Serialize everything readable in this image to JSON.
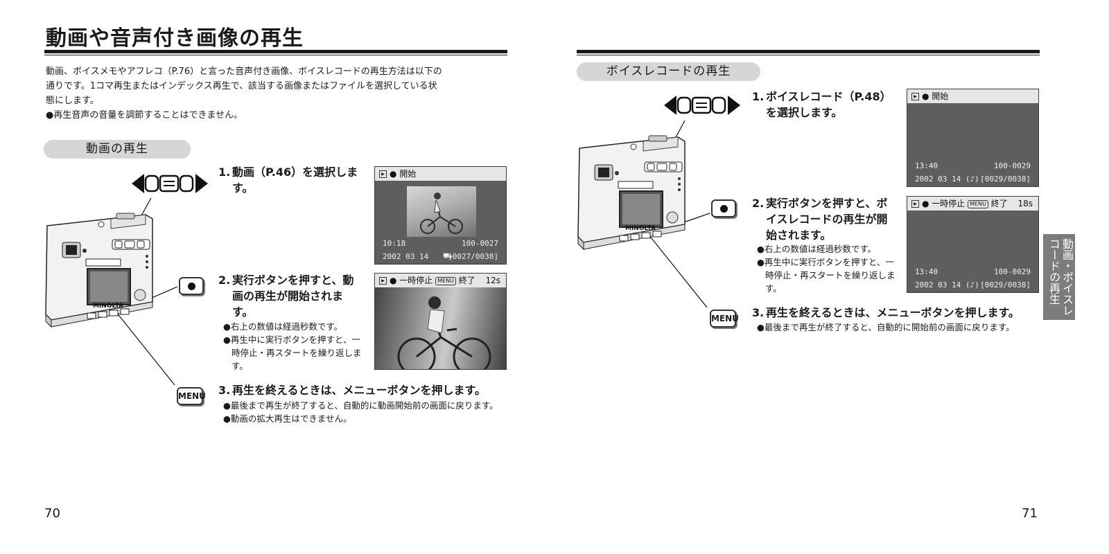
{
  "left": {
    "title": "動画や音声付き画像の再生",
    "intro_lines": [
      "動画、ボイスメモやアフレコ（P.76）と言った音声付き画像、ボイスレコードの再生方法は以下の",
      "通りです。1コマ再生またはインデックス再生で、該当する画像またはファイルを選択している状",
      "態にします。"
    ],
    "note": "●再生音声の音量を調節することはできません。",
    "section_title": "動画の再生",
    "step1": {
      "num": "1.",
      "line1": "動画（P.46）を選択しま",
      "line2": "す。"
    },
    "step2": {
      "num": "2.",
      "line1": "実行ボタンを押すと、動",
      "line2": "画の再生が開始されま",
      "line3": "す。",
      "bullets": [
        "●右上の数値は経過秒数です。",
        "●再生中に実行ボタンを押すと、一時停止・再スタートを繰り返します。"
      ]
    },
    "step3": {
      "num": "3.",
      "text": "再生を終えるときは、メニューボタンを押します。",
      "bullets": [
        "●最後まで再生が終了すると、自動的に動画開始前の画面に戻ります。",
        "●動画の拡大再生はできません。"
      ]
    },
    "screen1": {
      "status": "● 開始",
      "time": "10:18",
      "date": "2002 03 14",
      "file": "100-0027",
      "count": "[0027/0038]",
      "mode_icon": "movie-icon"
    },
    "screen2": {
      "status": "● 一時停止",
      "menu": "MENU",
      "end": "終了",
      "seconds": "12s"
    },
    "menu_label": "MENU",
    "page": "70"
  },
  "right": {
    "section_title": "ボイスレコードの再生",
    "step1": {
      "num": "1.",
      "line1": "ボイスレコード（P.48）",
      "line2": "を選択します。"
    },
    "step2": {
      "num": "2.",
      "line1": "実行ボタンを押すと、ボ",
      "line2": "イスレコードの再生が開",
      "line3": "始されます。",
      "bullets": [
        "●右上の数値は経過秒数です。",
        "●再生中に実行ボタンを押すと、一時停止・再スタートを繰り返します。"
      ]
    },
    "step3": {
      "num": "3.",
      "text": "再生を終えるときは、メニューボタンを押します。",
      "bullets": [
        "●最後まで再生が終了すると、自動的に開始前の画面に戻ります。"
      ]
    },
    "screen1": {
      "status": "● 開始",
      "time": "13:40",
      "date": "2002 03 14 (♪)",
      "file": "100-0029",
      "count": "[0029/0038]"
    },
    "screen2": {
      "status": "● 一時停止",
      "menu": "MENU",
      "end": "終了",
      "seconds": "18s",
      "time": "13:40",
      "date": "2002 03 14 (♪)",
      "file": "100-0029",
      "count": "[0029/0038]"
    },
    "side_tab": "動画・ボイスレコードの再生",
    "menu_label": "MENU",
    "page": "71"
  },
  "camera": {
    "brand": "MINOLTA"
  }
}
